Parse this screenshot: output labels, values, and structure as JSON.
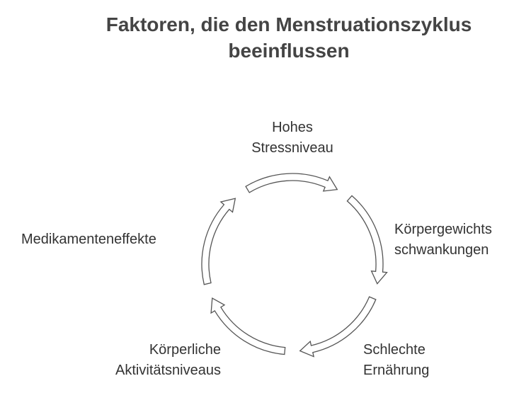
{
  "title": {
    "line1": "Faktoren, die den Menstruationszyklus",
    "line2": "beeinflussen"
  },
  "nodes": [
    {
      "line1": "Hohes",
      "line2": "Stressniveau"
    },
    {
      "line1": "Körpergewichts",
      "line2": "schwankungen"
    },
    {
      "line1": "Schlechte",
      "line2": "Ernährung"
    },
    {
      "line1": "Körperliche",
      "line2": "Aktivitätsniveaus"
    },
    {
      "line1": "Medikamenteneffekte"
    }
  ],
  "colors": {
    "arrow_stroke": "#555555",
    "text": "#333333"
  }
}
